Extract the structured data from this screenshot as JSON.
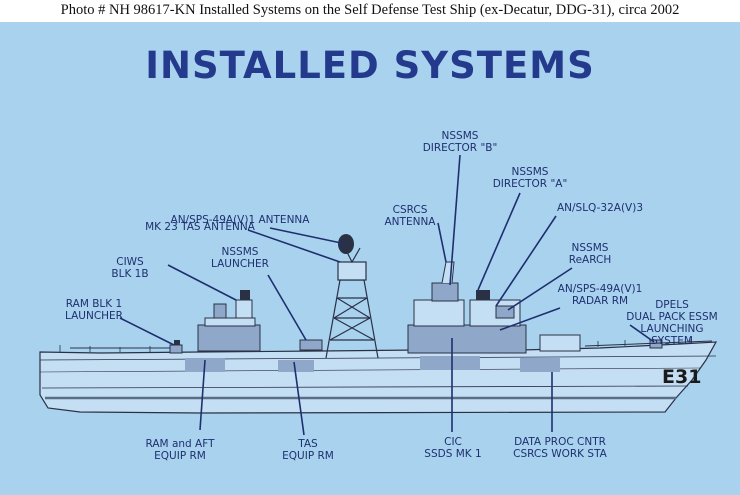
{
  "caption": "Photo #  NH 98617-KN   Installed Systems on the Self Defense Test Ship (ex-Decatur, DDG-31), circa 2002",
  "title": "INSTALLED SYSTEMS",
  "hull_number": "E31",
  "labels": {
    "nssms_director_b": [
      "NSSMS",
      "DIRECTOR \"B\""
    ],
    "nssms_director_a": [
      "NSSMS",
      "DIRECTOR \"A\""
    ],
    "an_sps49_antenna": [
      "AN/SPS-49A(V)1 ANTENNA"
    ],
    "an_slq32": [
      "AN/SLQ-32A(V)3"
    ],
    "csrcs_antenna": [
      "CSRCS",
      "ANTENNA"
    ],
    "mk23_tas_antenna": [
      "MK 23 TAS ANTENNA"
    ],
    "nssms_rearch": [
      "NSSMS",
      "ReARCH"
    ],
    "ciws": [
      "CIWS",
      "BLK 1B"
    ],
    "nssms_launcher": [
      "NSSMS",
      "LAUNCHER"
    ],
    "an_sps49_radar_rm": [
      "AN/SPS-49A(V)1",
      "RADAR RM"
    ],
    "dpels": [
      "DPELS",
      "DUAL PACK ESSM",
      "LAUNCHING",
      "SYSTEM"
    ],
    "ram_launcher": [
      "RAM BLK 1",
      "LAUNCHER"
    ],
    "ram_aft_equip": [
      "RAM and AFT",
      "EQUIP RM"
    ],
    "tas_equip": [
      "TAS",
      "EQUIP RM"
    ],
    "cic": [
      "CIC",
      "SSDS MK 1"
    ],
    "data_proc": [
      "DATA PROC CNTR",
      "CSRCS WORK STA"
    ]
  },
  "colors": {
    "background": "#a9d2ef",
    "title": "#243a8c",
    "label": "#1f2f6e",
    "hull": "#c4dff4",
    "waterline": "#5a6f86",
    "highlight": "#8fa7c8"
  }
}
